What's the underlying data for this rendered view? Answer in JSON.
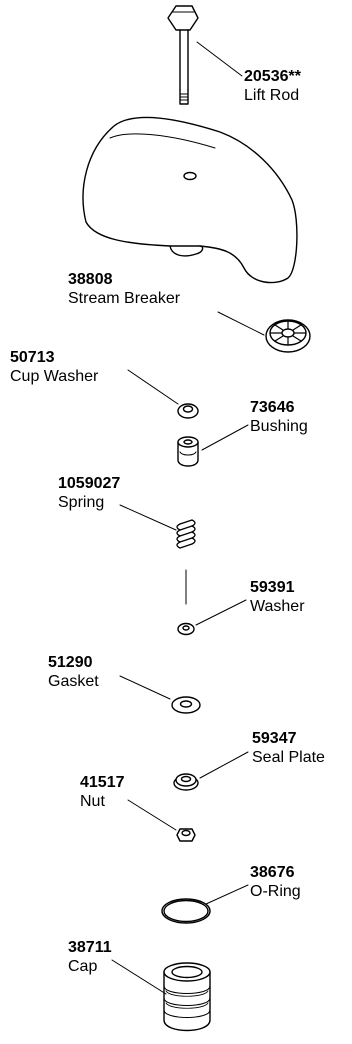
{
  "parts": [
    {
      "id": "lift-rod",
      "number": "20536**",
      "name": "Lift Rod"
    },
    {
      "id": "stream-breaker",
      "number": "38808",
      "name": "Stream Breaker"
    },
    {
      "id": "cup-washer",
      "number": "50713",
      "name": "Cup Washer"
    },
    {
      "id": "bushing",
      "number": "73646",
      "name": "Bushing"
    },
    {
      "id": "spring",
      "number": "1059027",
      "name": "Spring"
    },
    {
      "id": "washer",
      "number": "59391",
      "name": "Washer"
    },
    {
      "id": "gasket",
      "number": "51290",
      "name": "Gasket"
    },
    {
      "id": "seal-plate",
      "number": "59347",
      "name": "Seal Plate"
    },
    {
      "id": "nut",
      "number": "41517",
      "name": "Nut"
    },
    {
      "id": "o-ring",
      "number": "38676",
      "name": "O-Ring"
    },
    {
      "id": "cap",
      "number": "38711",
      "name": "Cap"
    }
  ]
}
